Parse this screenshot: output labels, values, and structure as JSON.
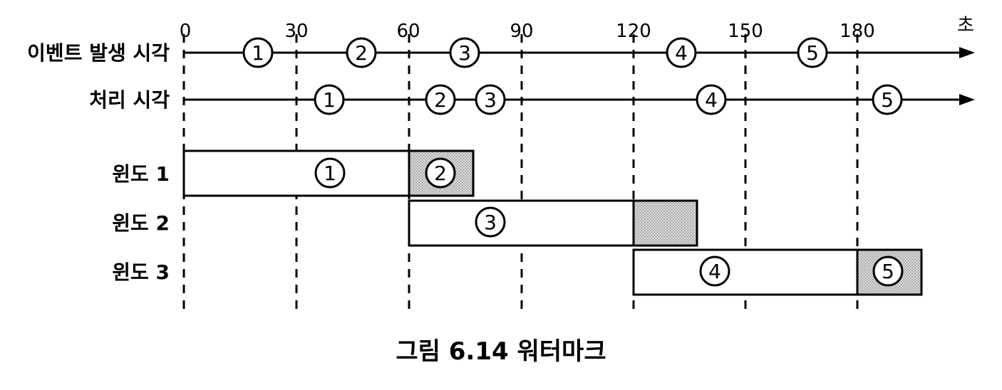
{
  "time_axis": {
    "ticks": [
      "0",
      "30",
      "60",
      "90",
      "120",
      "150",
      "180"
    ],
    "unit": "초"
  },
  "timelines": [
    {
      "label": "이벤트 발생 시각",
      "events": [
        "1",
        "2",
        "3",
        "4",
        "5"
      ]
    },
    {
      "label": "처리 시각",
      "events": [
        "1",
        "2",
        "3",
        "4",
        "5"
      ]
    }
  ],
  "windows": [
    {
      "label": "윈도 1",
      "main_events": [
        "1"
      ],
      "late_events": [
        "2"
      ]
    },
    {
      "label": "윈도 2",
      "main_events": [
        "3"
      ],
      "late_events": []
    },
    {
      "label": "윈도 3",
      "main_events": [
        "4"
      ],
      "late_events": [
        "5"
      ]
    }
  ],
  "caption": "그림 6.14 워터마크",
  "colors": {
    "line": "#000000",
    "late_fill": "#c8c8c8",
    "window_fill": "#ffffff"
  }
}
